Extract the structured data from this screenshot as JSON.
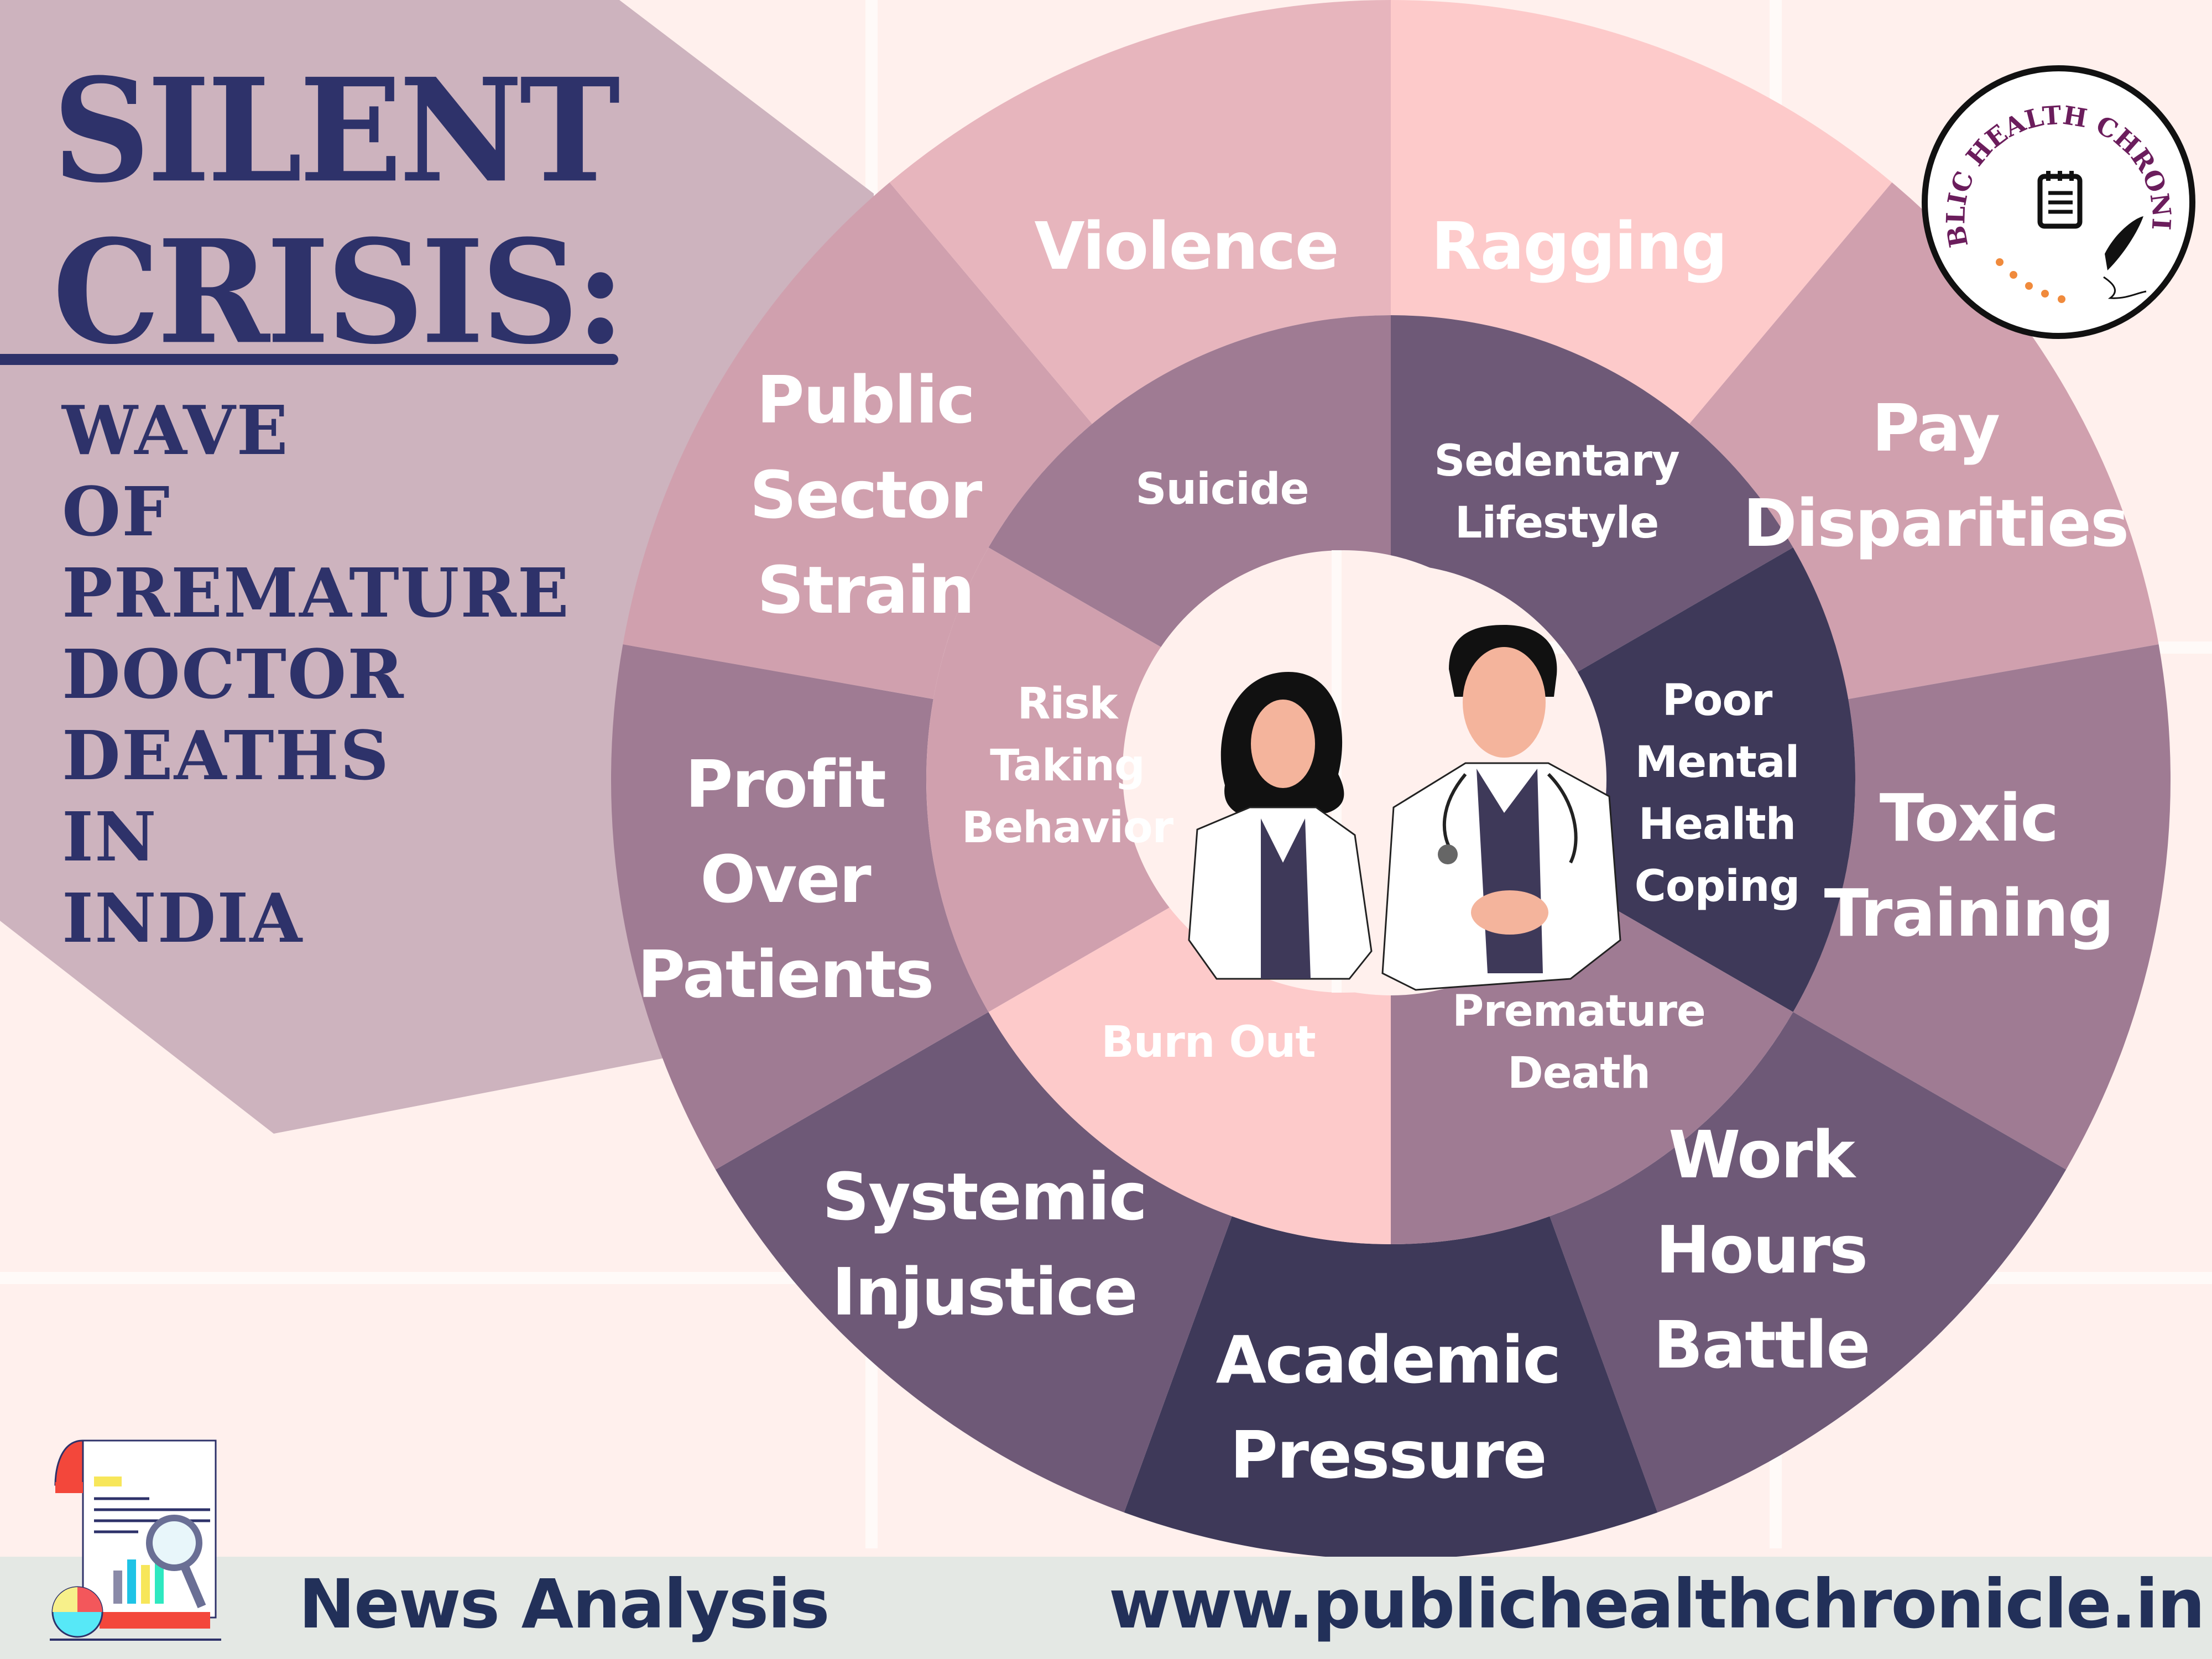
{
  "title": {
    "main_line1": "SILENT",
    "main_line2": "CRISIS:",
    "subtitle_lines": [
      "WAVE",
      "OF",
      "PREMATURE",
      "DOCTOR",
      "DEATHS",
      "IN",
      "INDIA"
    ]
  },
  "logo": {
    "text": "PUBLIC HEALTH CHRONICLE",
    "icon": "notepad-icon",
    "decoration": "quill-icon"
  },
  "wheel": {
    "outer_segments": [
      {
        "label": "Ragging",
        "color": "#fdcaca"
      },
      {
        "label": "Pay\nDisparities",
        "color": "#d0a0ae"
      },
      {
        "label": "Toxic\nTraining",
        "color": "#9f7b93"
      },
      {
        "label": "Work\nHours\nBattle",
        "color": "#6e5977"
      },
      {
        "label": "Academic\nPressure",
        "color": "#3e3959"
      },
      {
        "label": "Systemic\nInjustice",
        "color": "#6e5977"
      },
      {
        "label": "Profit\nOver\nPatients",
        "color": "#9f7b93"
      },
      {
        "label": "Public\nSector\nStrain",
        "color": "#d0a0ae"
      },
      {
        "label": "Violence",
        "color": "#e7b5bd"
      }
    ],
    "inner_segments": [
      {
        "label": "Sedentary\nLifestyle",
        "color": "#6e5977"
      },
      {
        "label": "Poor\nMental\nHealth\nCoping",
        "color": "#3e3959"
      },
      {
        "label": "Premature\nDeath",
        "color": "#9f7b93"
      },
      {
        "label": "Burn Out",
        "color": "#fdcaca"
      },
      {
        "label": "Risk\nTaking\nBehavior",
        "color": "#d0a0ae"
      },
      {
        "label": "Suicide",
        "color": "#9f7b93"
      }
    ],
    "center_illustration": "two-doctors-illustration"
  },
  "footer": {
    "left_label": "News Analysis",
    "right_label": "www.publichealthchronicle.in",
    "icon": "report-analysis-icon"
  },
  "colors": {
    "background": "#fff0ed",
    "banner": "#cdb3be",
    "title_navy": "#2e326a",
    "footer_bg": "#e4e8e4",
    "footer_text": "#223059"
  }
}
